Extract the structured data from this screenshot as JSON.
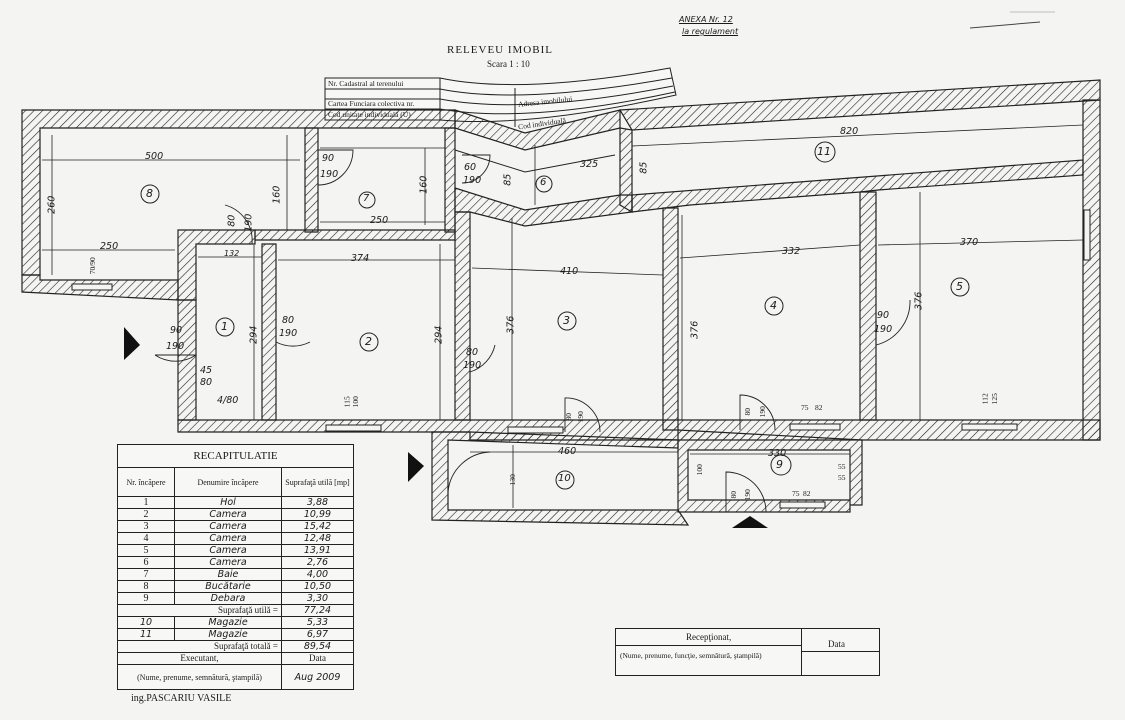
{
  "annex": {
    "line1": "ANEXA Nr. 12",
    "line2": "la regulament"
  },
  "title": {
    "main": "RELEVEU IMOBIL",
    "scale": "Scara 1 : 10"
  },
  "header_table": {
    "rows": [
      "Nr. Cadastral al terenului",
      "Cartea Funciara colectiva nr.",
      "Cod unitate individuală (U)"
    ],
    "right_rows": [
      "Adresa imobilului",
      "Cod individuală"
    ]
  },
  "rooms": [
    {
      "n": "1",
      "label": "1"
    },
    {
      "n": "2",
      "label": "2"
    },
    {
      "n": "3",
      "label": "3"
    },
    {
      "n": "4",
      "label": "4"
    },
    {
      "n": "5",
      "label": "5"
    },
    {
      "n": "6",
      "label": "6"
    },
    {
      "n": "7",
      "label": "7"
    },
    {
      "n": "8",
      "label": "8"
    },
    {
      "n": "9",
      "label": "9"
    },
    {
      "n": "10",
      "label": "10"
    },
    {
      "n": "11",
      "label": "11"
    }
  ],
  "dimensions": {
    "d500": "500",
    "d260": "260",
    "d250a": "250",
    "d160a": "160",
    "d90_190a_top": "90",
    "d90_190a_bot": "190",
    "d160b": "160",
    "d250b": "250",
    "d60": "60",
    "d190c": "190",
    "d85a": "85",
    "d325": "325",
    "d820": "820",
    "d85b": "85",
    "d80a": "80",
    "d190d": "190",
    "d132": "132",
    "d374": "374",
    "d410": "410",
    "d332": "332",
    "d370": "370",
    "d294a": "294",
    "d80b": "80",
    "d190e": "190",
    "d294b": "294",
    "d376a": "376",
    "d376b": "376",
    "d376c": "376",
    "d90e": "90",
    "d190f": "190",
    "d45": "45",
    "d80c": "80",
    "d4_80": "4/80",
    "d80d": "80",
    "d190g": "190",
    "d115": "115",
    "d100a": "100",
    "d80e": "80",
    "d190h": "190",
    "d80f": "80",
    "d190i": "190",
    "d75a": "75",
    "d82a": "82",
    "d112": "112",
    "d125": "125",
    "d90f": "90",
    "d190j": "190",
    "d460": "460",
    "d130": "130",
    "d330": "330",
    "d100b": "100",
    "d55a": "55",
    "d55b": "55",
    "d80g": "80",
    "d190k": "190",
    "d75b": "75",
    "d82b": "82",
    "d70_90": "70/90"
  },
  "recap": {
    "title": "RECAPITULATIE",
    "headers": {
      "nr": "Nr. încăpere",
      "name": "Denumire încăpere",
      "area": "Suprafaţă utilă [mp]"
    },
    "rows": [
      {
        "nr": "1",
        "name": "Hol",
        "area": "3,88"
      },
      {
        "nr": "2",
        "name": "Camera",
        "area": "10,99"
      },
      {
        "nr": "3",
        "name": "Camera",
        "area": "15,42"
      },
      {
        "nr": "4",
        "name": "Camera",
        "area": "12,48"
      },
      {
        "nr": "5",
        "name": "Camera",
        "area": "13,91"
      },
      {
        "nr": "6",
        "name": "Camera",
        "area": "2,76"
      },
      {
        "nr": "7",
        "name": "Baie",
        "area": "4,00"
      },
      {
        "nr": "8",
        "name": "Bucătarie",
        "area": "10,50"
      },
      {
        "nr": "9",
        "name": "Debara",
        "area": "3,30"
      }
    ],
    "subtotal_label": "Suprafaţă utilă =",
    "subtotal_value": "77,24",
    "extra_rows": [
      {
        "nr": "10",
        "name": "Magazie",
        "area": "5,33"
      },
      {
        "nr": "11",
        "name": "Magazie",
        "area": "6,97"
      }
    ],
    "total_label": "Suprafaţă totală =",
    "total_value": "89,54",
    "executant_label": "Executant,",
    "executant_note": "(Nume, prenume, semnătură, ştampilă)",
    "date_label": "Data",
    "date_value": "Aug 2009"
  },
  "receptionat": {
    "label": "Recepţionat,",
    "note": "(Nume, prenume, funcţie, semnătură, ştampilă)",
    "date_label": "Data"
  },
  "signature": "ing.PASCARIU VASILE"
}
